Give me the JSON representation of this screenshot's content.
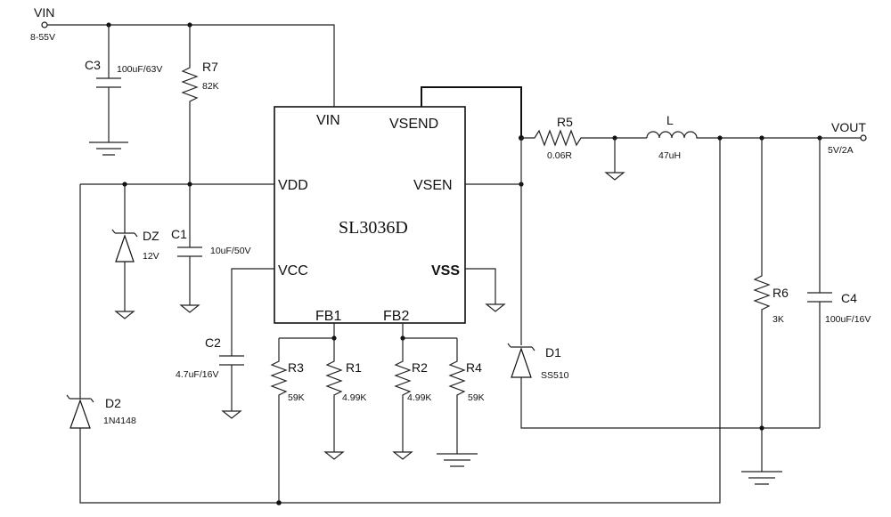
{
  "chip": {
    "name": "SL3036D",
    "pins": {
      "vin": "VIN",
      "vsend": "VSEND",
      "vdd": "VDD",
      "vsen": "VSEN",
      "vcc": "VCC",
      "vss": "VSS",
      "fb1": "FB1",
      "fb2": "FB2"
    }
  },
  "ports": {
    "vin": {
      "label": "VIN",
      "range": "8-55V"
    },
    "vout": {
      "label": "VOUT",
      "rating": "5V/2A"
    }
  },
  "components": {
    "c3": {
      "ref": "C3",
      "value": "100uF/63V"
    },
    "r7": {
      "ref": "R7",
      "value": "82K"
    },
    "dz": {
      "ref": "DZ",
      "value": "12V"
    },
    "c1": {
      "ref": "C1",
      "value": "10uF/50V"
    },
    "c2": {
      "ref": "C2",
      "value": "4.7uF/16V"
    },
    "r3": {
      "ref": "R3",
      "value": "59K"
    },
    "r1": {
      "ref": "R1",
      "value": "4.99K"
    },
    "r2": {
      "ref": "R2",
      "value": "4.99K"
    },
    "r4": {
      "ref": "R4",
      "value": "59K"
    },
    "d2": {
      "ref": "D2",
      "value": "1N4148"
    },
    "r5": {
      "ref": "R5",
      "value": "0.06R"
    },
    "l": {
      "ref": "L",
      "value": "47uH"
    },
    "d1": {
      "ref": "D1",
      "value": "SS510"
    },
    "r6": {
      "ref": "R6",
      "value": "3K"
    },
    "c4": {
      "ref": "C4",
      "value": "100uF/16V"
    }
  }
}
